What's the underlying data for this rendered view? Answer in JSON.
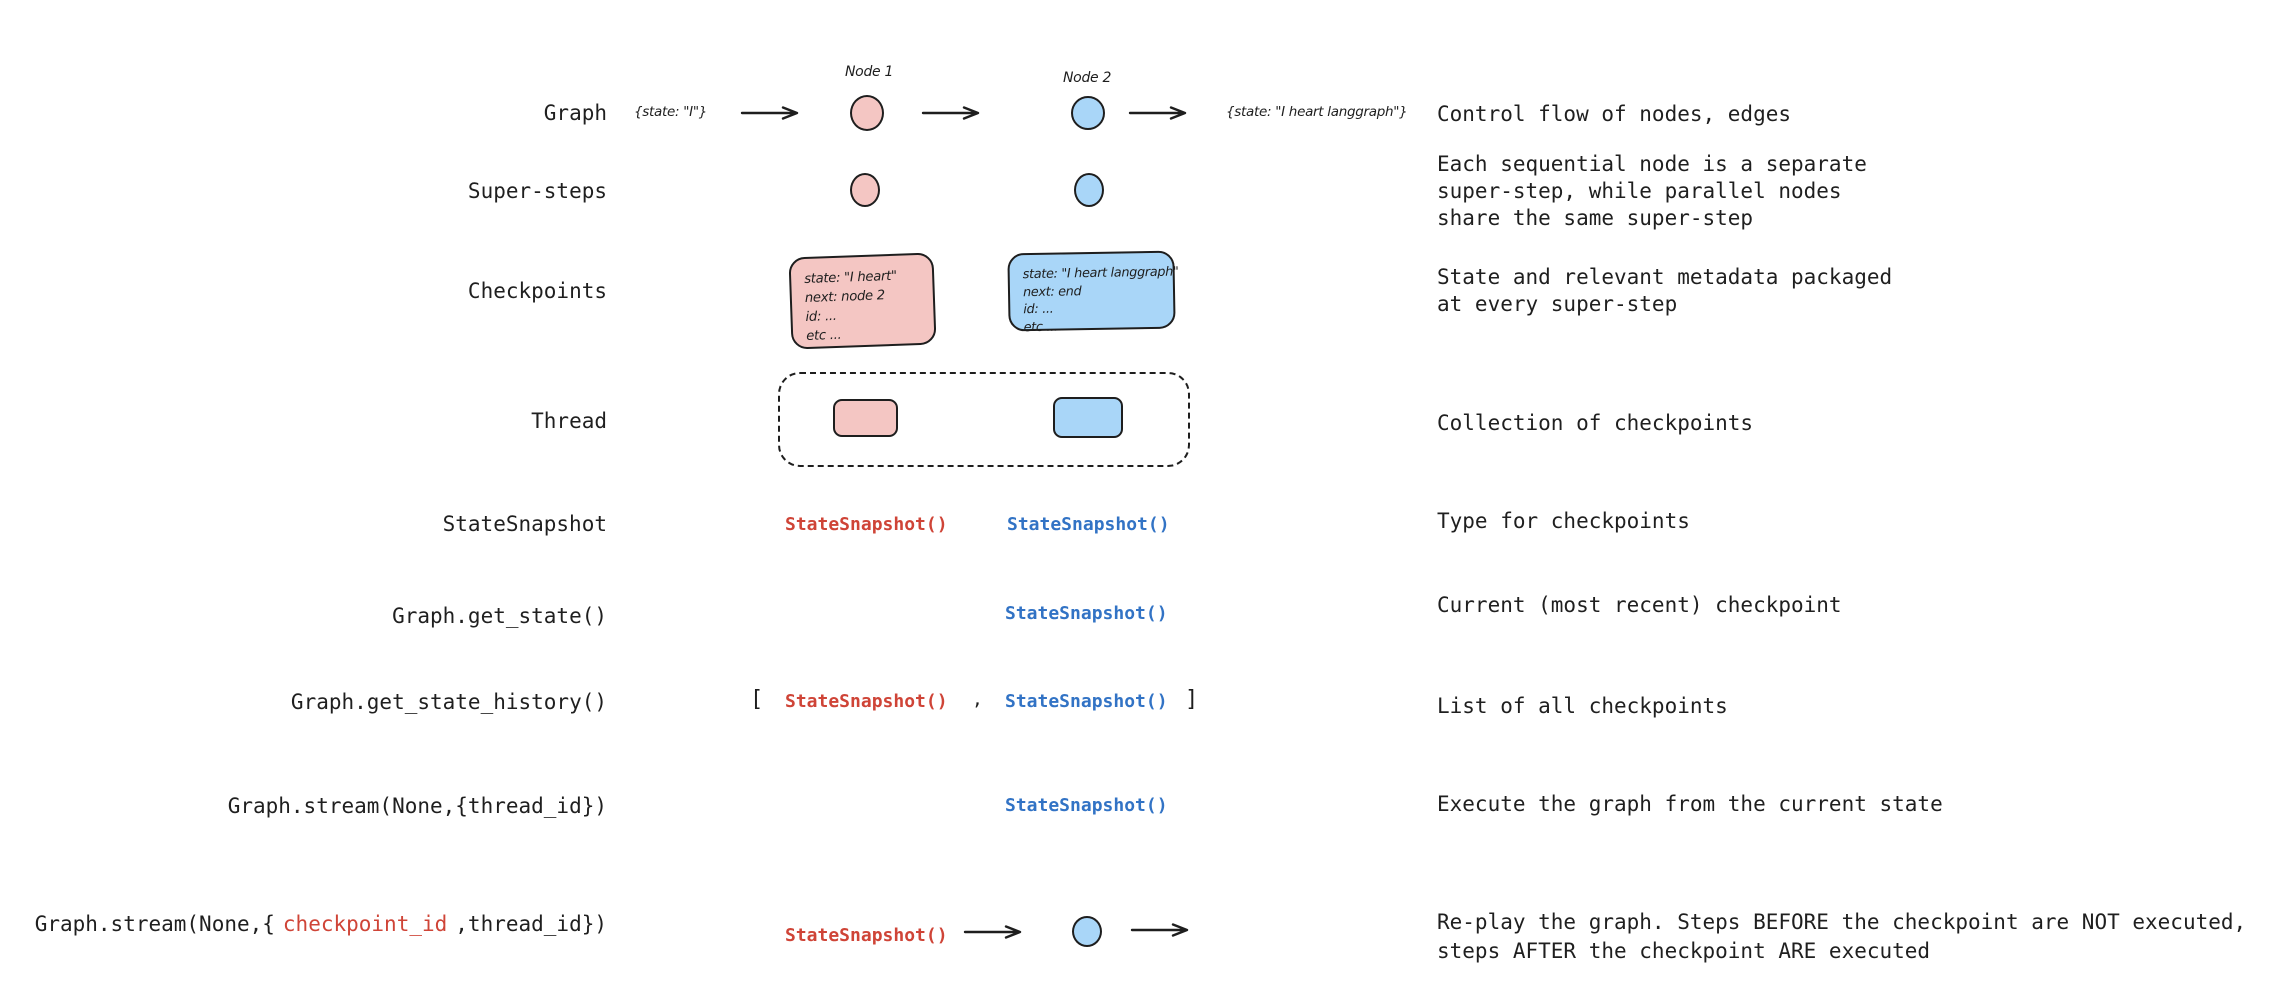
{
  "palette": {
    "ink": "#1e1e1e",
    "text": "#1f1f1f",
    "pink-fill": "#f4c6c3",
    "blue-fill": "#a9d6f8",
    "code-red": "#cf4437",
    "code-blue": "#3273c5"
  },
  "rows": {
    "graph": {
      "label": "Graph",
      "input_state": "{state: \"I\"}",
      "node1": "Node 1",
      "node2": "Node 2",
      "output_state": "{state: \"I heart langgraph\"}",
      "description": "Control flow of nodes, edges"
    },
    "super_steps": {
      "label": "Super-steps",
      "description": [
        "Each sequential node is a separate",
        "super-step, while parallel nodes",
        "share the same super-step"
      ]
    },
    "checkpoints": {
      "label": "Checkpoints",
      "pink_box": [
        "state: \"I heart\"",
        "next: node 2",
        "id: ...",
        "etc ..."
      ],
      "blue_box": [
        "state: \"I heart langgraph\"",
        "next: end",
        "id: ...",
        "etc ..."
      ],
      "description": [
        "State and relevant metadata packaged",
        "at every super-step"
      ]
    },
    "thread": {
      "label": "Thread",
      "description": "Collection of checkpoints"
    },
    "state_snapshot": {
      "label": "StateSnapshot",
      "red_code": "StateSnapshot()",
      "blue_code": "StateSnapshot()",
      "description": "Type for checkpoints"
    },
    "get_state": {
      "label": "Graph.get_state()",
      "blue_code": "StateSnapshot()",
      "description": "Current (most recent) checkpoint"
    },
    "get_state_history": {
      "label": "Graph.get_state_history()",
      "open_bracket": "[",
      "red_code": "StateSnapshot()",
      "comma": ",",
      "blue_code": "StateSnapshot()",
      "close_bracket": "]",
      "description": "List of all checkpoints"
    },
    "stream_thread": {
      "label": "Graph.stream(None,{thread_id})",
      "blue_code": "StateSnapshot()",
      "description": "Execute the graph from the current state"
    },
    "stream_checkpoint": {
      "label_prefix": "Graph.stream(None,{",
      "label_red": "checkpoint_id",
      "label_suffix": ",thread_id})",
      "red_code": "StateSnapshot()",
      "description": [
        "Re-play the graph. Steps BEFORE the checkpoint are NOT executed,",
        "steps AFTER the checkpoint ARE executed"
      ]
    }
  }
}
